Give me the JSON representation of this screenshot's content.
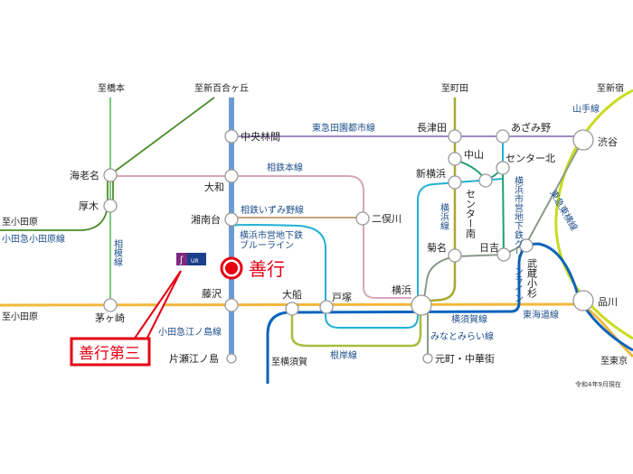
{
  "directions": {
    "hashimoto": "至橋本",
    "shinyurigaoka": "至新百合ヶ丘",
    "machida": "至町田",
    "shinjuku": "至新宿",
    "odawara_north": "至小田原",
    "odawara_south": "至小田原",
    "yokosuka": "至横須賀",
    "tokyo": "至東京"
  },
  "stations": {
    "chuorinkan": "中央林間",
    "yamato": "大和",
    "shonandai": "湘南台",
    "fujisawa": "藤沢",
    "katase": "片瀬江ノ島",
    "ebina": "海老名",
    "atsugi": "厚木",
    "chigasaki": "茅ヶ崎",
    "ofuna": "大船",
    "totsuka": "戸塚",
    "yokohama": "横浜",
    "futamatagawa": "二俣川",
    "nagatsuta": "長津田",
    "azamino": "あざみ野",
    "nakayama": "中山",
    "shinyokohama": "新横浜",
    "center_kita": "センター北",
    "center_minami": "センター南",
    "kikuna": "菊名",
    "hiyoshi": "日吉",
    "musashikosugi": "武蔵小杉",
    "shibuya": "渋谷",
    "shinagawa": "品川",
    "motomachi": "元町・中華街"
  },
  "lines": {
    "denentoshi": "東急田園都市線",
    "sotetsu_main": "相鉄本線",
    "izumino": "相鉄いずみ野線",
    "blue_line_1": "横浜市営地下鉄",
    "blue_line_2": "ブルーライン",
    "odakyu_odawara": "小田急小田原線",
    "sagami": "相模線",
    "enoshima": "小田急江ノ島線",
    "yokohama_line": "横浜線",
    "green_line": "横浜市営地下鉄グリーンライン",
    "toyoko": "東急東横線",
    "yamanote": "山手線",
    "yokosuka": "横須賀線",
    "tokaido": "東海道線",
    "minatomirai": "みなとみらい線",
    "negishi": "根岸線"
  },
  "highlight": {
    "zenko": "善行",
    "zenko_daisan": "善行第三",
    "ur_logo": "UR"
  },
  "footnote": "令和4年9月現在",
  "colors": {
    "accent_red": "#e60012",
    "ur_purple": "#7b2a7e",
    "ur_navy": "#1c3f8c"
  }
}
